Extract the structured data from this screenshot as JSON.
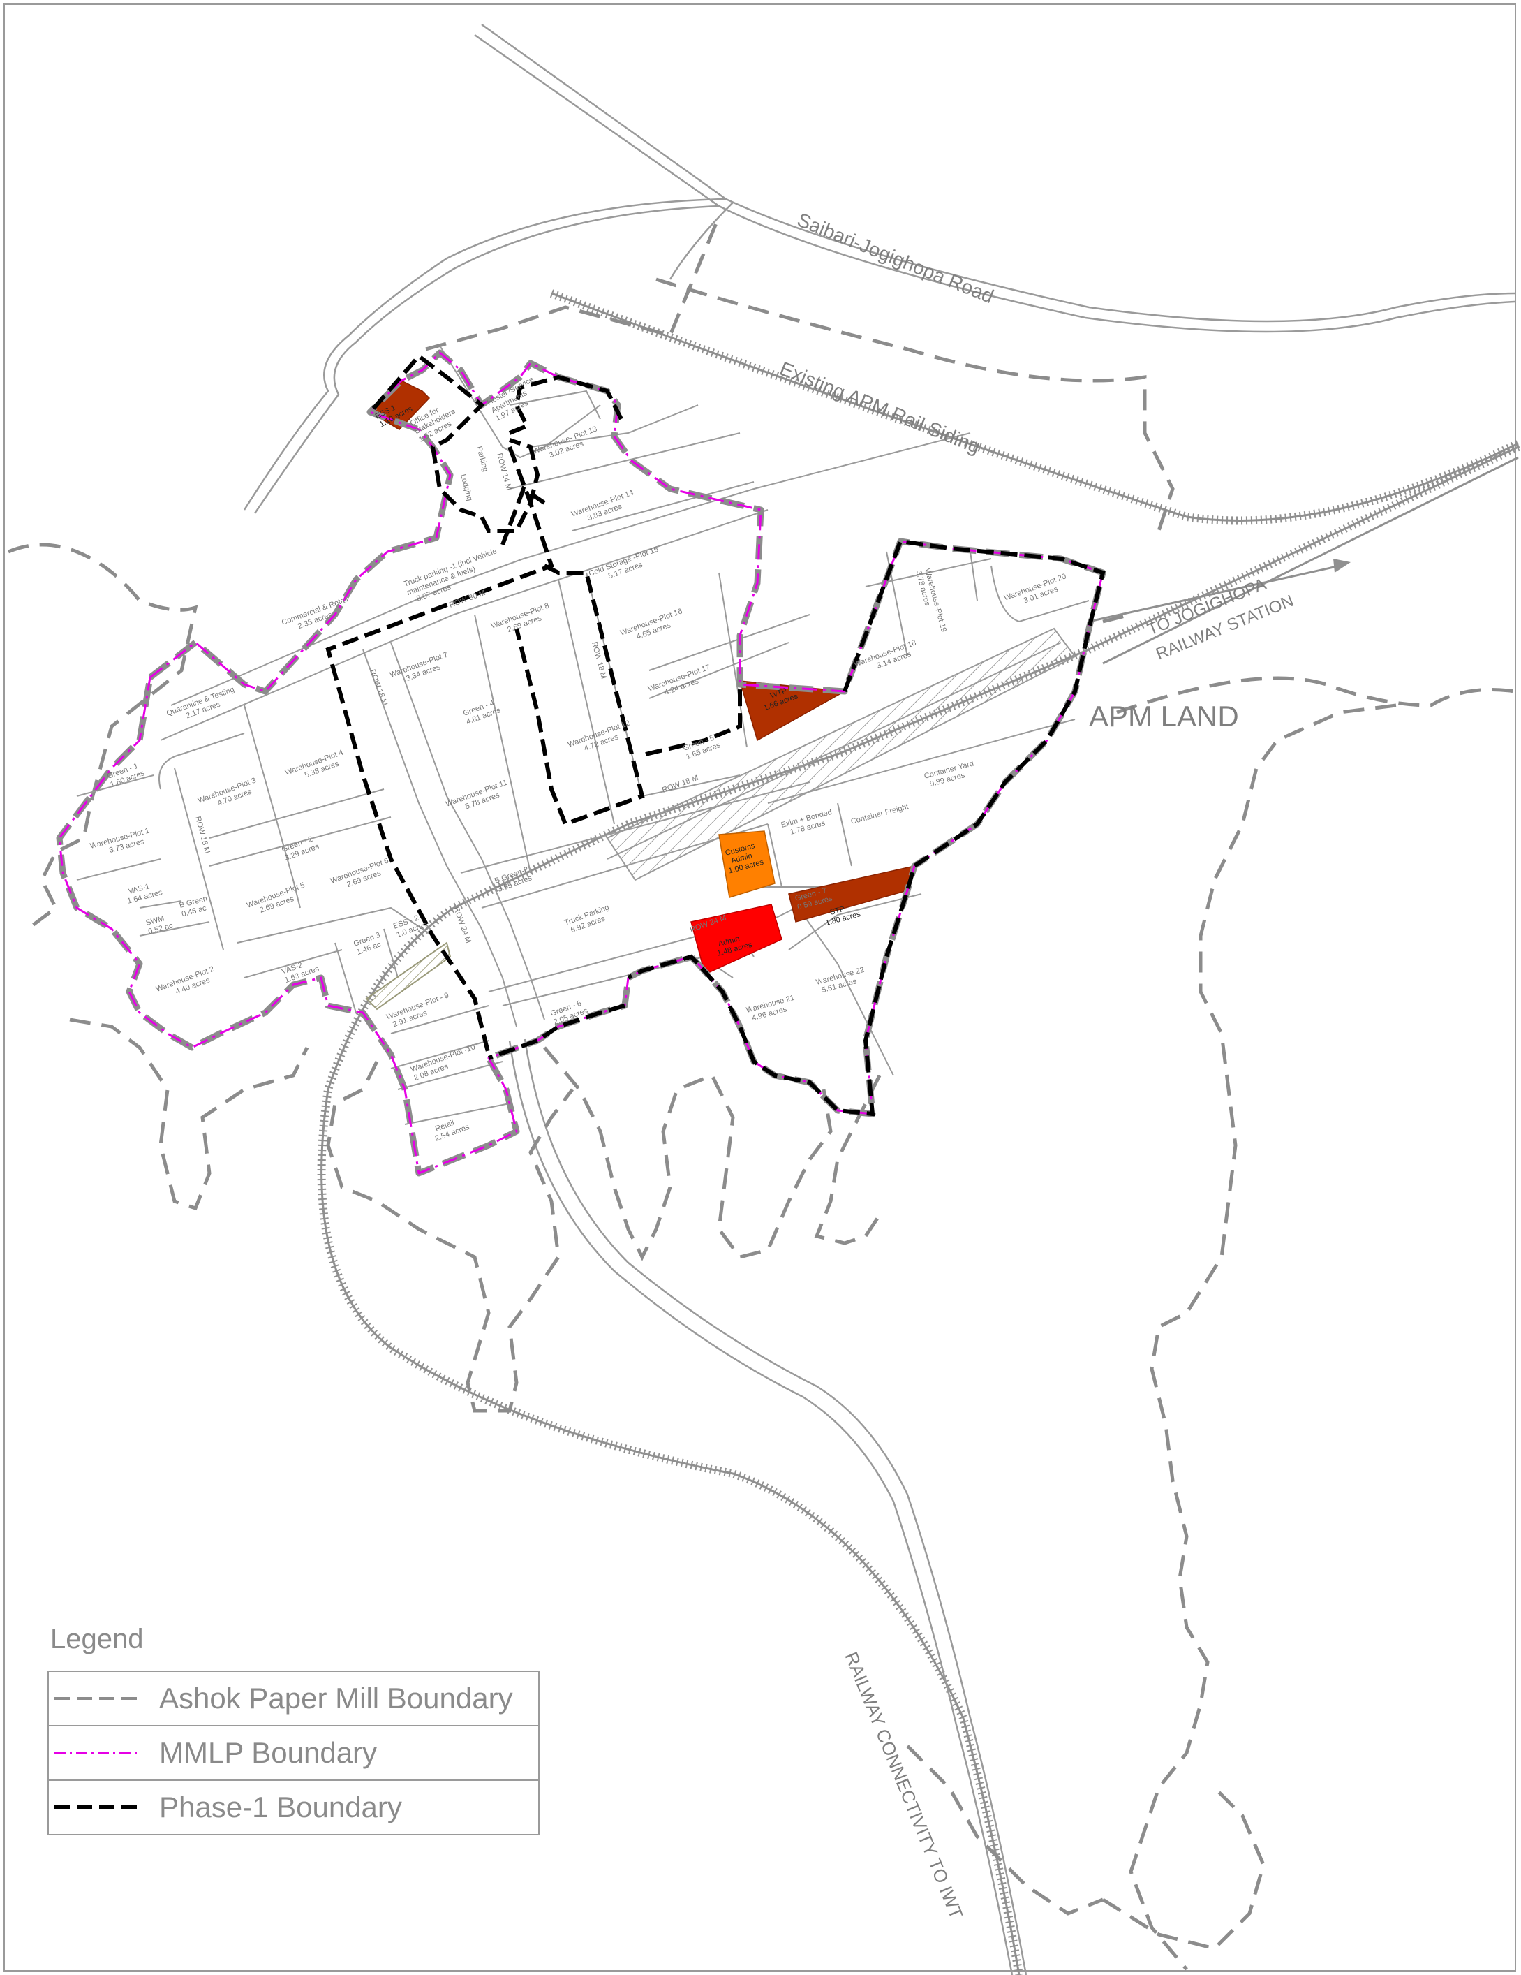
{
  "colors": {
    "apm_boundary": "#8c8c8c",
    "mmlp_boundary": "#e600e6",
    "phase1_boundary": "#000000",
    "road_line": "#9a9a9a",
    "wtp_stp_fill": "#b03000",
    "customs_fill": "#ff8000",
    "admin_fill": "#ff0000",
    "text_grey": "#7f7f7f"
  },
  "map_labels": {
    "road_name": "Saibari-Jogighopa Road",
    "rail_siding": "Existing APM Rail Siding",
    "to_station_line1": "TO JOGIGHOPA",
    "to_station_line2": "RAILWAY STATION",
    "apm_land": "APM LAND",
    "railway_iwt": "RAILWAY CONNECTIVITY TO IWT"
  },
  "plots": {
    "ess1": [
      "ESS 1",
      "1.10 acres"
    ],
    "office": [
      "Office for",
      "Stakeholders",
      "1.52 acres"
    ],
    "hostel": [
      "Hostel /Service",
      "Apartments",
      "1.97 acres"
    ],
    "wh13": [
      "Warehouse- Plot 13",
      "3.02 acres"
    ],
    "wh14": [
      "Warehouse-Plot 14",
      "3.83 acres"
    ],
    "cold15": [
      "Cold Storage -Plot 15",
      "5.17 acres"
    ],
    "wh16": [
      "Warehouse-Plot 16",
      "4.65 acres"
    ],
    "wh17": [
      "Warehouse-Plot 17",
      "4.24 acres"
    ],
    "truck1": [
      "Truck parking -1 (incl Vehicle",
      "maintenance & fuels)",
      "8.07 acres"
    ],
    "commercial": [
      "Commercial & Retail",
      "2.35 acres"
    ],
    "wh7": [
      "Warehouse-Plot 7",
      "3.34 acres"
    ],
    "wh8": [
      "Warehouse-Plot 8",
      "2.69 acres"
    ],
    "green3b": [
      "Green - 4",
      "4.81 acres"
    ],
    "wh11": [
      "Warehouse-Plot 11",
      "5.78 acres"
    ],
    "wh12": [
      "Warehouse-Plot 12",
      "4.72 acres"
    ],
    "green5": [
      "Green - 5",
      "1.65 acres"
    ],
    "wtp": [
      "WTP",
      "1.66 acres"
    ],
    "wh18": [
      "Warehouse-Plot 18",
      "3.14 acres"
    ],
    "wh19": [
      "Warehouse-Plot 19",
      "3.78 acres"
    ],
    "wh20": [
      "Warehouse-Plot 20",
      "3.01 acres"
    ],
    "quarantine": [
      "Quarantine & Testing",
      "2.17 acres"
    ],
    "green1": [
      "Green - 1",
      "1.60 acres"
    ],
    "wh1": [
      "Warehouse-Plot 1",
      "3.73 acres"
    ],
    "wh3": [
      "Warehouse-Plot 3",
      "4.70 acres"
    ],
    "wh4": [
      "Warehouse-Plot 4",
      "5.38 acres"
    ],
    "green2": [
      "Green - 2",
      "3.29 acres"
    ],
    "wh5": [
      "Warehouse-Plot 5",
      "2.69 acres"
    ],
    "wh6": [
      "Warehouse-Plot 6",
      "2.69 acres"
    ],
    "vas1": [
      "VAS-1",
      "1.64 acres"
    ],
    "bgreen1": [
      "B Green",
      "0.46 ac"
    ],
    "swm": [
      "SWM",
      "0.52 ac"
    ],
    "wh2": [
      "Warehouse-Plot 2",
      "4.40 acres"
    ],
    "vas2": [
      "VAS-2",
      "1.63 acres"
    ],
    "green3": [
      "Green 3",
      "1.46 ac"
    ],
    "ess2": [
      "ESS - 2",
      "1.0 acres"
    ],
    "bgreen2": [
      "B Green-2",
      "3.95 acres"
    ],
    "truckp": [
      "Truck Parking",
      "6.92 acres"
    ],
    "customs": [
      "Customs",
      "Admin",
      "1.00 acres"
    ],
    "exim": [
      "Exim + Bonded",
      "1.78 acres"
    ],
    "container_freight": [
      "Container Freight"
    ],
    "container_yard": [
      "Container Yard",
      "9.89 acres"
    ],
    "green7": [
      "Green - 7",
      "0.59 acres"
    ],
    "stp": [
      "STP",
      "1.80 acres"
    ],
    "admin": [
      "Admin",
      "1.48 acres"
    ],
    "wh21": [
      "Warehouse 21",
      "4.96 acres"
    ],
    "wh22": [
      "Warehouse 22",
      "5.61 acres"
    ],
    "green6": [
      "Green - 6",
      "2.05 acres"
    ],
    "wh9": [
      "Warehouse-Plot - 9",
      "2.91 acres"
    ],
    "wh10": [
      "Warehouse-Plot -10",
      "2.08 acres"
    ],
    "retail": [
      "Retail",
      "2.54 acres"
    ],
    "lodging": [
      "Lodging"
    ],
    "parking_small": [
      "Parking"
    ]
  },
  "road_labels": {
    "row30": "ROW 30 M",
    "row18": "ROW 18 M",
    "row24": "ROW 24 M",
    "row18b": "ROW 18 M",
    "row24b": "ROW 24 M",
    "row18c": "ROW 18 M",
    "row18d": "ROW 18 M",
    "row14": "ROW 14 M"
  },
  "legend": {
    "title": "Legend",
    "items": [
      {
        "label": "Ashok Paper Mill Boundary"
      },
      {
        "label": "MMLP Boundary"
      },
      {
        "label": "Phase-1 Boundary"
      }
    ]
  }
}
